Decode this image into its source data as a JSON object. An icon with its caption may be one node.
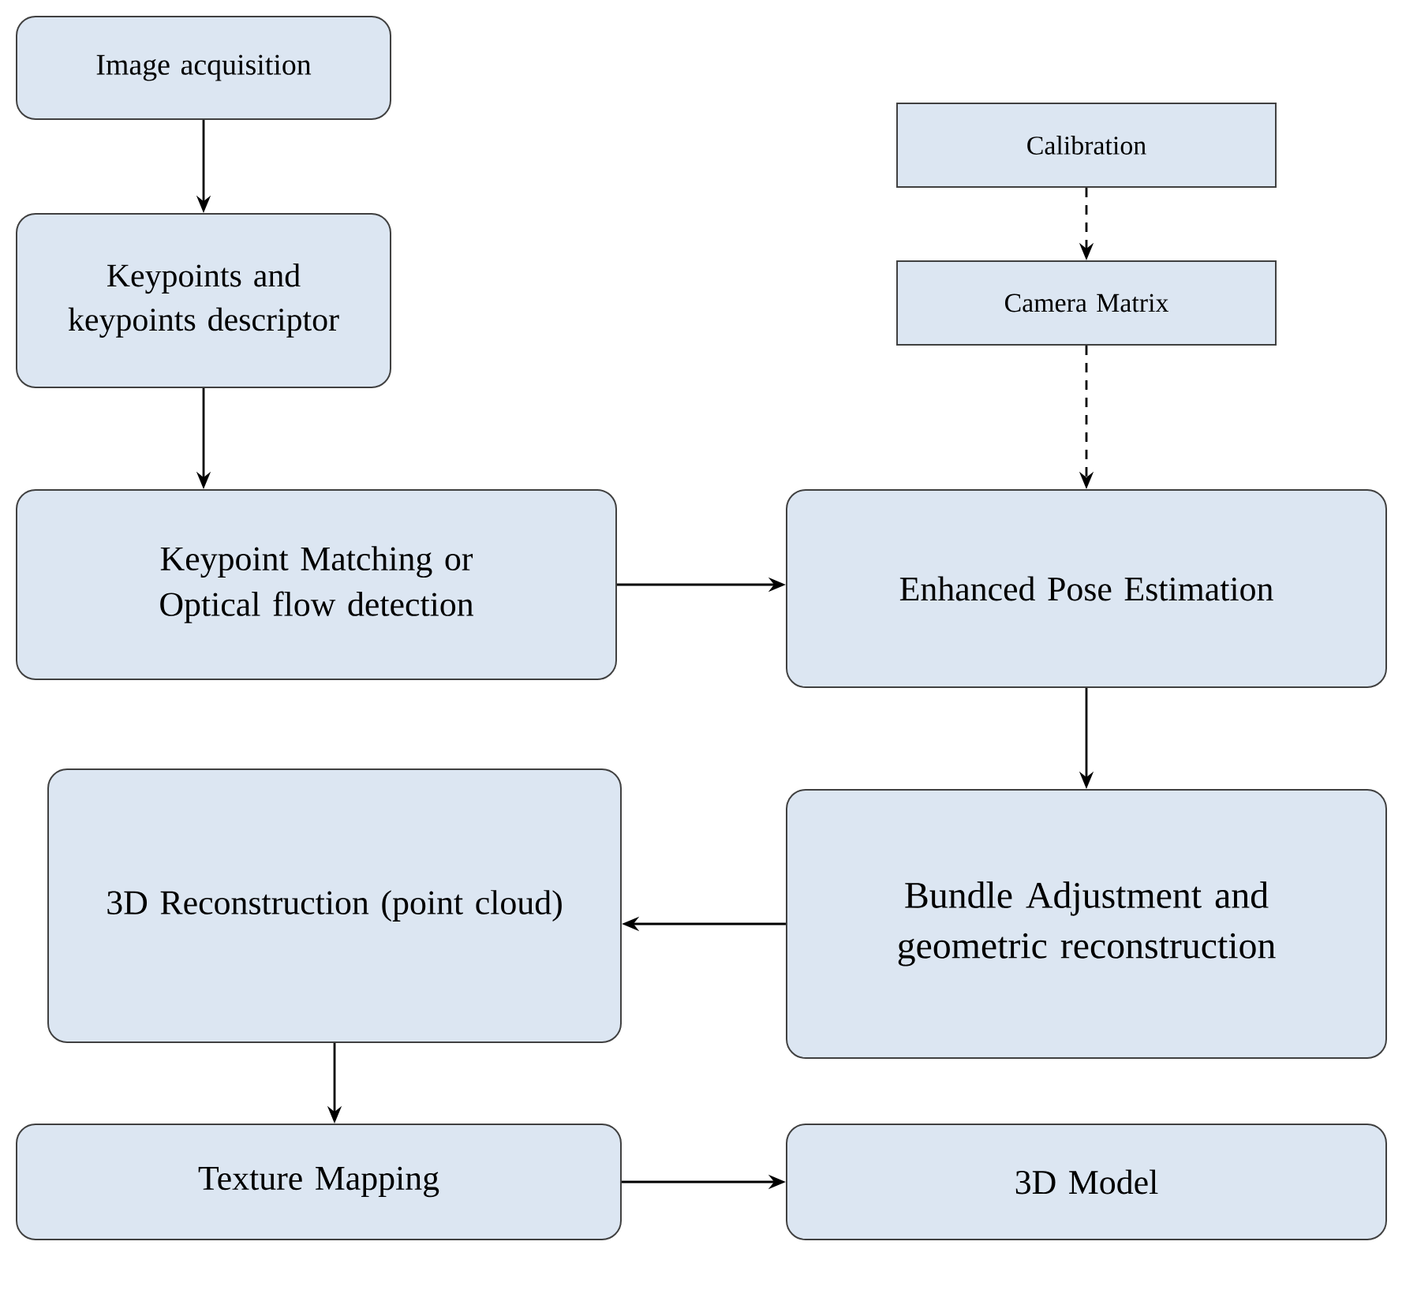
{
  "diagram": {
    "nodes": [
      {
        "text": [
          "Image acquisition"
        ]
      },
      {
        "text": [
          "Keypoints and keypoints descriptor"
        ]
      },
      {
        "text": [
          "Keypoint Matching or Optical flow detection"
        ]
      },
      {
        "text": [
          "Calibration"
        ]
      },
      {
        "text": [
          "Camera Matrix"
        ]
      },
      {
        "text": [
          "Enhanced Pose Estimation"
        ]
      },
      {
        "text": [
          "Bundle Adjustment and geometric reconstruction"
        ]
      },
      {
        "text": [
          "3D Reconstruction (point cloud)"
        ]
      },
      {
        "text": [
          "Texture Mapping"
        ]
      },
      {
        "text": [
          "3D Model"
        ]
      }
    ],
    "edges": [
      {
        "from": 0,
        "to": 1,
        "arrow": "to"
      },
      {
        "from": 1,
        "to": 2,
        "arrow": "to"
      },
      {
        "from": 3,
        "to": 4,
        "arrow": "to",
        "style": "dashed"
      },
      {
        "from": 4,
        "to": 5,
        "arrow": "to",
        "style": "dashed"
      },
      {
        "from": 2,
        "to": 5,
        "arrow": "to"
      },
      {
        "from": 5,
        "to": 6,
        "arrow": "to"
      },
      {
        "from": 6,
        "to": 7,
        "arrow": "to"
      },
      {
        "from": 7,
        "to": 8,
        "arrow": "to"
      },
      {
        "from": 8,
        "to": 9,
        "arrow": "to"
      }
    ]
  }
}
